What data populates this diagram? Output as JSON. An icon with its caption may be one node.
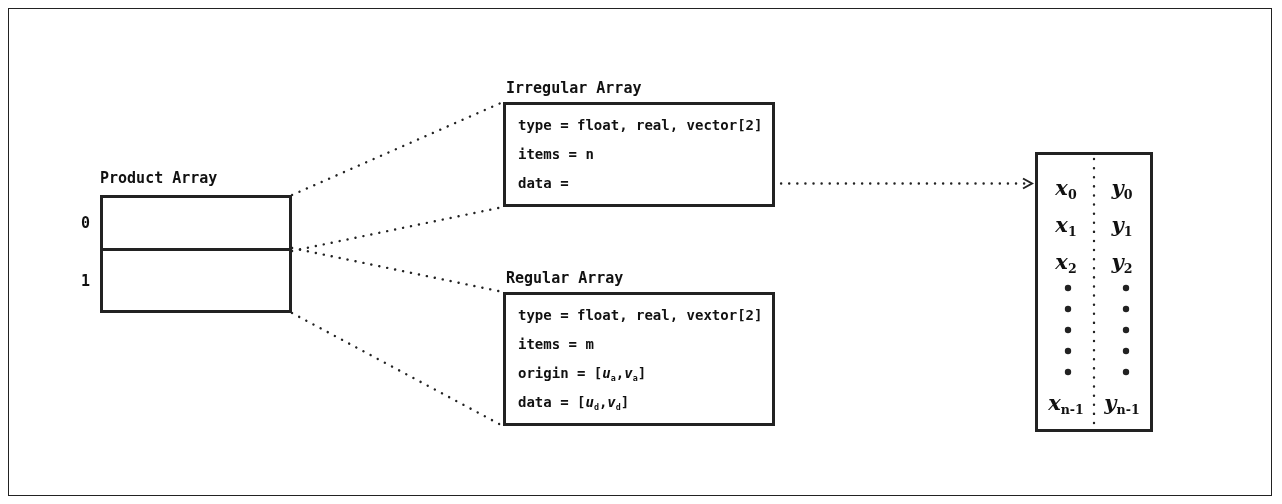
{
  "diagram": {
    "nodes": [
      {
        "text": [
          "Product Array"
        ]
      },
      {
        "text": [],
        "shape": "box",
        "in": 0,
        "beside": [
          "0"
        ]
      },
      {
        "text": [],
        "shape": "box",
        "in": 0,
        "beside": [
          "1"
        ]
      },
      {
        "text": [
          "Irregular Array",
          "type = float, real, vector[2]",
          "items = n"
        ]
      },
      {
        "text": [
          "data ="
        ],
        "in": 3
      },
      {
        "text": [
          "Regular Array",
          "type = float, real, vextor[2]",
          "items = m",
          "origin = [*u*$_{a}$,*v*$_{a}$]",
          "data = [*u*$_{d}$,*v*$_{d}$]"
        ]
      },
      {
        "text": [
          "*x*$_{0}$",
          "*y*$_{0}$",
          "*x*$_{1}$",
          "*y*$_{1}$",
          "*x*$_{2}$",
          "*y*$_{2}$",
          "*x*$_{n-1}$",
          "*y*$_{n-1}$"
        ]
      }
    ],
    "edges": [
      {
        "from": 1,
        "to": 3,
        "arrow": "none",
        "style": "dashed"
      },
      {
        "from": 1,
        "to": 3,
        "arrow": "none",
        "style": "dashed"
      },
      {
        "from": 2,
        "to": 5,
        "arrow": "none",
        "style": "dashed"
      },
      {
        "from": 2,
        "to": 5,
        "arrow": "none",
        "style": "dashed"
      },
      {
        "from": 4,
        "to": 6,
        "arrow": "to",
        "style": "dashed"
      }
    ]
  }
}
